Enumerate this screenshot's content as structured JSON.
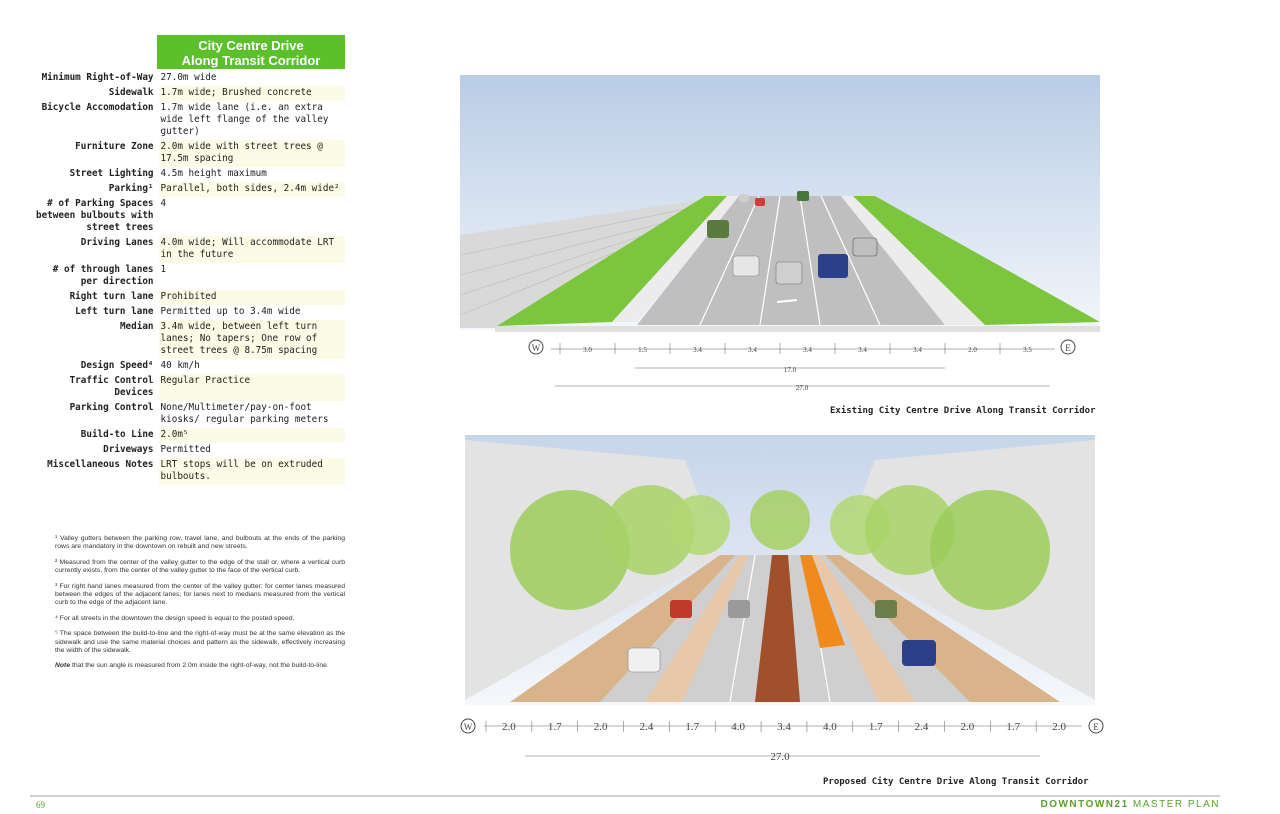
{
  "table": {
    "title_line1": "City Centre Drive",
    "title_line2": "Along Transit Corridor",
    "rows": [
      {
        "label": "Minimum Right-of-Way",
        "value": "27.0m wide"
      },
      {
        "label": "Sidewalk",
        "value": "1.7m wide; Brushed concrete"
      },
      {
        "label": "Bicycle Accomodation",
        "value": "1.7m wide lane (i.e. an extra wide left flange of the valley gutter)"
      },
      {
        "label": "Furniture Zone",
        "value": "2.0m wide with street trees @ 17.5m spacing"
      },
      {
        "label": "Street Lighting",
        "value": "4.5m height maximum"
      },
      {
        "label": "Parking¹",
        "value": "Parallel, both sides, 2.4m wide²"
      },
      {
        "label": "# of Parking Spaces between bulbouts with street trees",
        "value": "4"
      },
      {
        "label": "Driving Lanes",
        "value": "4.0m wide; Will accommodate LRT in the future"
      },
      {
        "label": "# of through lanes per direction",
        "value": "1"
      },
      {
        "label": "Right turn lane",
        "value": "Prohibited"
      },
      {
        "label": "Left turn lane",
        "value": "Permitted up to 3.4m wide"
      },
      {
        "label": "Median",
        "value": "3.4m wide, between left turn lanes; No tapers; One row of street trees @ 8.75m spacing"
      },
      {
        "label": "Design Speed⁴",
        "value": "40 km/h"
      },
      {
        "label": "Traffic Control Devices",
        "value": "Regular Practice"
      },
      {
        "label": "Parking Control",
        "value": "None/Multimeter/pay-on-foot kiosks/ regular parking meters"
      },
      {
        "label": "Build-to Line",
        "value": "2.0m⁵"
      },
      {
        "label": "Driveways",
        "value": "Permitted"
      },
      {
        "label": "Miscellaneous Notes",
        "value": "LRT stops will be on extruded bulbouts."
      }
    ]
  },
  "notes": [
    "¹ Valley gutters between the parking row, travel lane, and bulbouts at the ends of the parking rows are mandatory in the downtown on rebuilt and new streets.",
    "² Measured from the center of the valley gutter to the edge of the stall or, where a vertical curb currently exists, from the center of the valley gutter to the face of the vertical curb.",
    "³ For right hand lanes measured from the center of the valley gutter; for center lanes measured between the edges of the adjacent lanes; for lanes next to medians measured from the vertical curb to the edge of the adjacent lane.",
    "⁴ For all streets in the downtown the design speed is equal to the posted speed.",
    "⁵ The space between the build-to-line and the right-of-way must be at the same elevation as the sidewalk and use the same material choices and pattern as the sidewalk, effectively increasing the width of the sidewalk."
  ],
  "note_final_lead": "Note",
  "note_final_rest": " that the sun angle is measured from 2.0m inside the right-of-way, not the build-to-line.",
  "existing": {
    "caption": "Existing City Centre Drive Along Transit Corridor",
    "west": "W",
    "east": "E",
    "dims": [
      "3.0",
      "1.5",
      "3.4",
      "3.4",
      "3.4",
      "3.4",
      "3.4",
      "2.0",
      "3.5"
    ],
    "sub_total": "17.0",
    "total": "27.0"
  },
  "proposed": {
    "caption": "Proposed City Centre Drive Along Transit Corridor",
    "west": "W",
    "east": "E",
    "dims": [
      "2.0",
      "1.7",
      "2.0",
      "2.4",
      "1.7",
      "4.0",
      "3.4",
      "4.0",
      "1.7",
      "2.4",
      "2.0",
      "1.7",
      "2.0"
    ],
    "total": "27.0"
  },
  "footer": {
    "page": "69",
    "brand_bold": "DOWNTOWN21",
    "brand_rest": " MASTER PLAN"
  },
  "colors": {
    "accent": "#5cc02b",
    "grass": "#7cc63e",
    "row_tint": "#fbfbe6",
    "footer_green": "#5aa02c"
  }
}
